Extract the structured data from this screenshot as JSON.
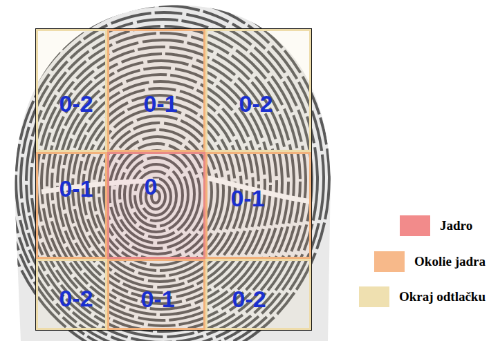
{
  "diagram": {
    "nodes": [
      {
        "text": [
          "0-2"
        ]
      },
      {
        "text": [
          "0-1"
        ]
      },
      {
        "text": [
          "0-2"
        ]
      },
      {
        "text": [
          "0-1"
        ]
      },
      {
        "text": [
          "0"
        ]
      },
      {
        "text": [
          "0-1"
        ]
      },
      {
        "text": [
          "0-2"
        ]
      },
      {
        "text": [
          "0-1"
        ]
      },
      {
        "text": [
          "0-2"
        ]
      }
    ],
    "legend": [
      {
        "text": "Jadro",
        "color": "#f28b8b"
      },
      {
        "text": "Okolie jadra",
        "color": "#f7b98a"
      },
      {
        "text": "Okraj odtlačku",
        "color": "#efe0b0"
      }
    ]
  }
}
